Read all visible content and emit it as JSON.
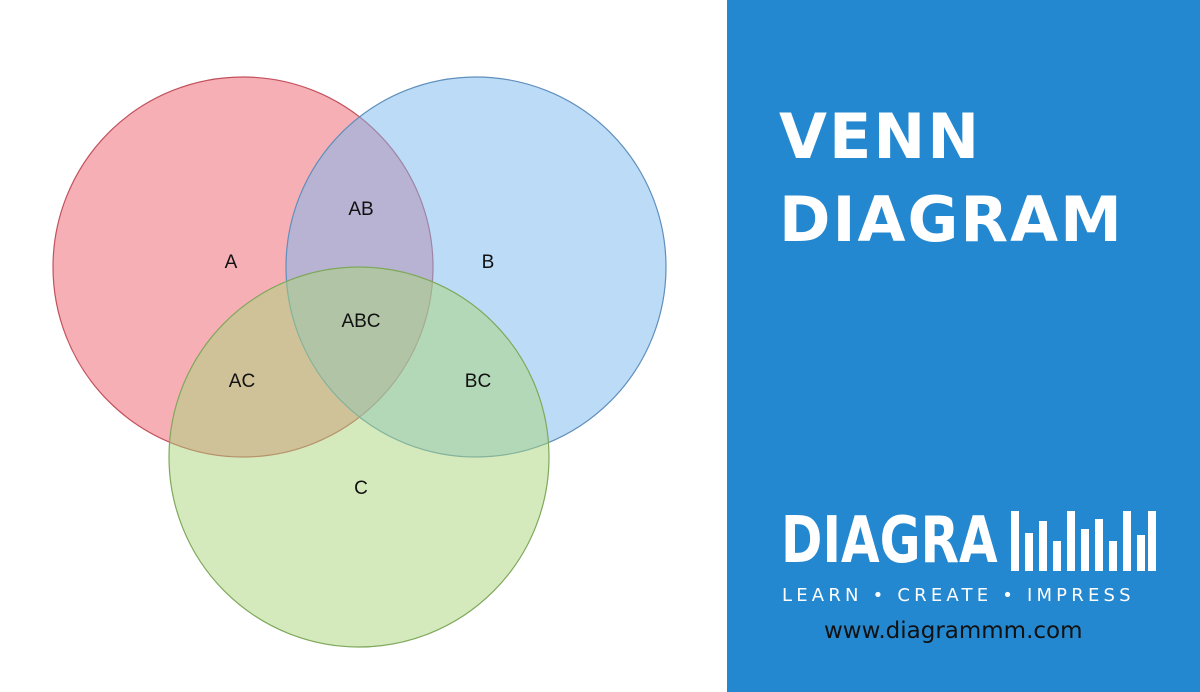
{
  "venn": {
    "sets": [
      {
        "id": "A",
        "label": "A",
        "fill": "#f0606e",
        "stroke": "#c2515c"
      },
      {
        "id": "B",
        "label": "B",
        "fill": "#7ab8ee",
        "stroke": "#5f8fbc"
      },
      {
        "id": "C",
        "label": "C",
        "fill": "#a9d67a",
        "stroke": "#7fa85b"
      }
    ],
    "regions": {
      "A": "A",
      "B": "B",
      "C": "C",
      "AB": "AB",
      "AC": "AC",
      "BC": "BC",
      "ABC": "ABC"
    }
  },
  "panel": {
    "background": "#2488d0",
    "title_line1": "VENN",
    "title_line2": "DIAGRAM"
  },
  "brand": {
    "logo_text": "DIAGRAMMM",
    "logo_prefix": "DIAGRA",
    "tagline": "LEARN • CREATE • IMPRESS",
    "website": "www.diagrammm.com"
  }
}
